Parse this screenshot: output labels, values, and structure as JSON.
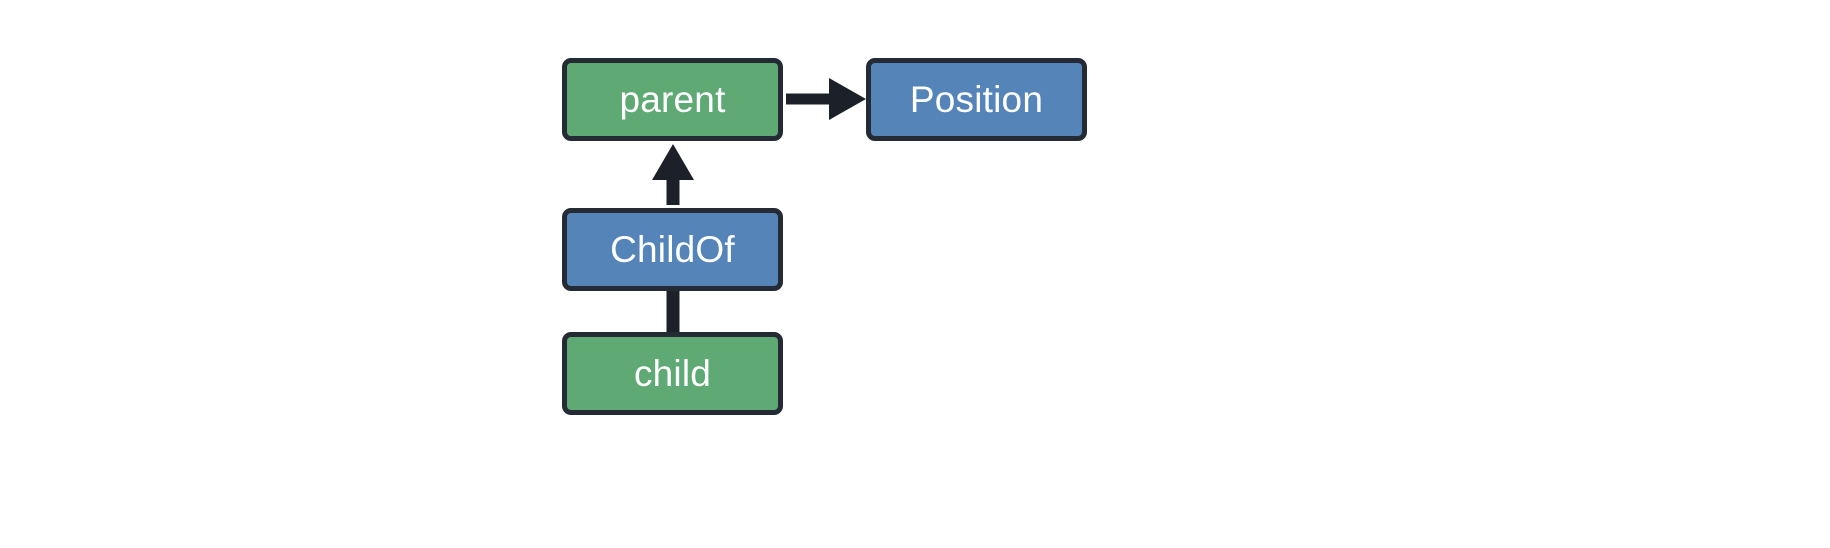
{
  "diagram": {
    "type": "entity-relationship-graph",
    "background_color": "#ffffff",
    "palette": {
      "entity_fill": "#5fa974",
      "relation_fill": "#5584b8",
      "border": "#252b35",
      "edge": "#1c2129",
      "label_text": "#ffffff"
    },
    "nodes": [
      {
        "id": "parent",
        "label": "parent",
        "kind": "entity",
        "fill": "#5fa974"
      },
      {
        "id": "Position",
        "label": "Position",
        "kind": "relation",
        "fill": "#5584b8"
      },
      {
        "id": "ChildOf",
        "label": "ChildOf",
        "kind": "relation",
        "fill": "#5584b8"
      },
      {
        "id": "child",
        "label": "child",
        "kind": "entity",
        "fill": "#5fa974"
      }
    ],
    "edges": [
      {
        "id": "parent-to-position",
        "from": "parent",
        "to": "Position",
        "direction": "right",
        "arrowhead": true
      },
      {
        "id": "childof-to-parent",
        "from": "ChildOf",
        "to": "parent",
        "direction": "up",
        "arrowhead": true
      },
      {
        "id": "child-to-childof",
        "from": "child",
        "to": "ChildOf",
        "direction": "up",
        "arrowhead": false
      }
    ]
  }
}
